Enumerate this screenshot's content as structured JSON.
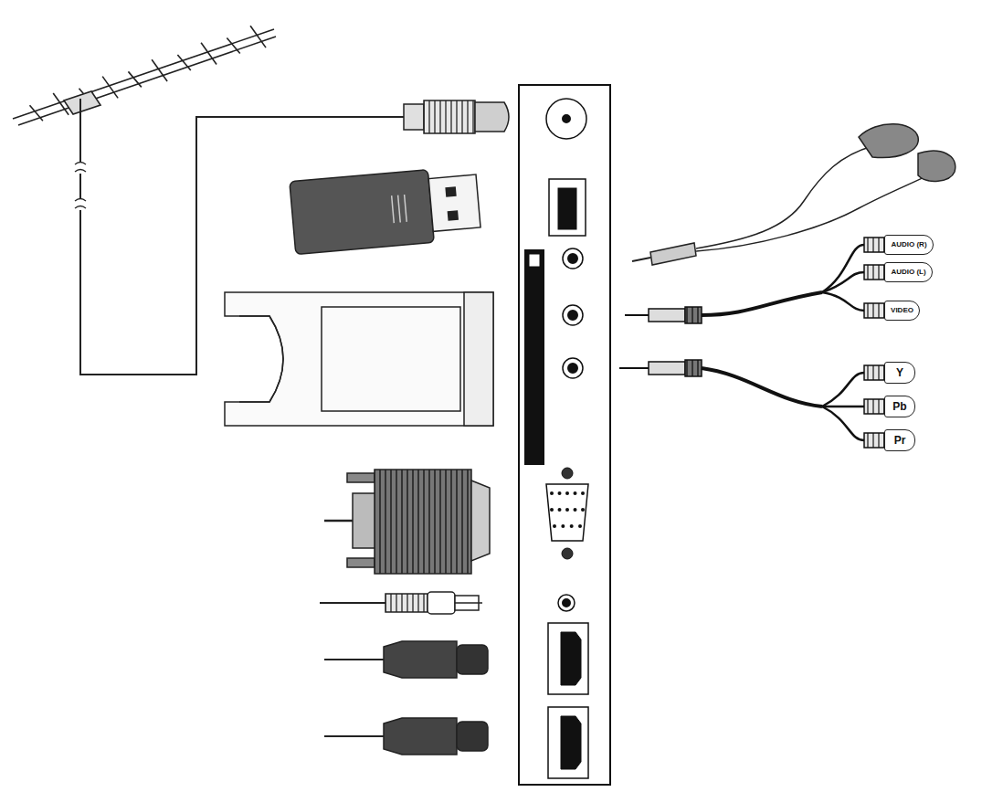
{
  "diagram": {
    "nodes": [
      {
        "text": [
          "AUDIO (R)"
        ]
      },
      {
        "text": [
          "AUDIO (L)"
        ]
      },
      {
        "text": [
          "VIDEO"
        ]
      },
      {
        "text": [
          "Y"
        ]
      },
      {
        "text": [
          "Pb"
        ]
      },
      {
        "text": [
          "Pr"
        ]
      }
    ]
  }
}
